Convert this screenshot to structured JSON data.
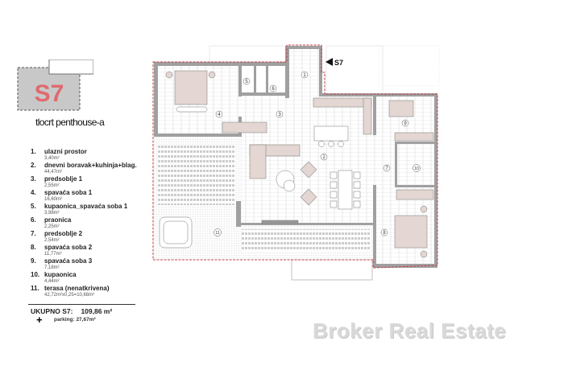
{
  "keyplan": {
    "unit": "S7",
    "subtitle": "tlocrt penthouse-a",
    "accent": "#e06a6f"
  },
  "legend": [
    {
      "num": "1.",
      "name": "ulazni prostor",
      "area": "3,40m²"
    },
    {
      "num": "2.",
      "name": "dnevni boravak+kuhinja+blag.",
      "area": "44,47m²"
    },
    {
      "num": "3.",
      "name": "predsoblje 1",
      "area": "2,55m²"
    },
    {
      "num": "4.",
      "name": "spavaća soba 1",
      "area": "16,60m²"
    },
    {
      "num": "5.",
      "name": "kupaonica_spavaća soba 1",
      "area": "3,98m²"
    },
    {
      "num": "6.",
      "name": "praonica",
      "area": "2,25m²"
    },
    {
      "num": "7.",
      "name": "predsoblje 2",
      "area": "2,54m²"
    },
    {
      "num": "8.",
      "name": "spavaća soba 2",
      "area": "11,77m²"
    },
    {
      "num": "9.",
      "name": "spavaća soba 3",
      "area": "7,18m²"
    },
    {
      "num": "10.",
      "name": "kupaonica",
      "area": "4,44m²"
    },
    {
      "num": "11.",
      "name": "terasa  (nenatkrivena)",
      "area": "42,72m²x0,25=10,68m²"
    }
  ],
  "total": {
    "label": "UKUPNO S7:",
    "value": "109,86 m²"
  },
  "parking": {
    "icon": "plus-icon",
    "text": "parking: 27,67m²"
  },
  "plan": {
    "entry_marker": "S7",
    "room_labels": {
      "r1": "1",
      "r2": "2",
      "r3": "3",
      "r4": "4",
      "r5": "5",
      "r6": "6",
      "r7": "7",
      "r8": "8",
      "r9": "9",
      "r10": "10",
      "r11": "11"
    },
    "colors": {
      "outline": "#c0404a",
      "wall": "#9a9a9a",
      "furniture": "#e4d6d2",
      "floor_lines": "#d4d4d4"
    }
  },
  "watermark": "Broker Real Estate"
}
